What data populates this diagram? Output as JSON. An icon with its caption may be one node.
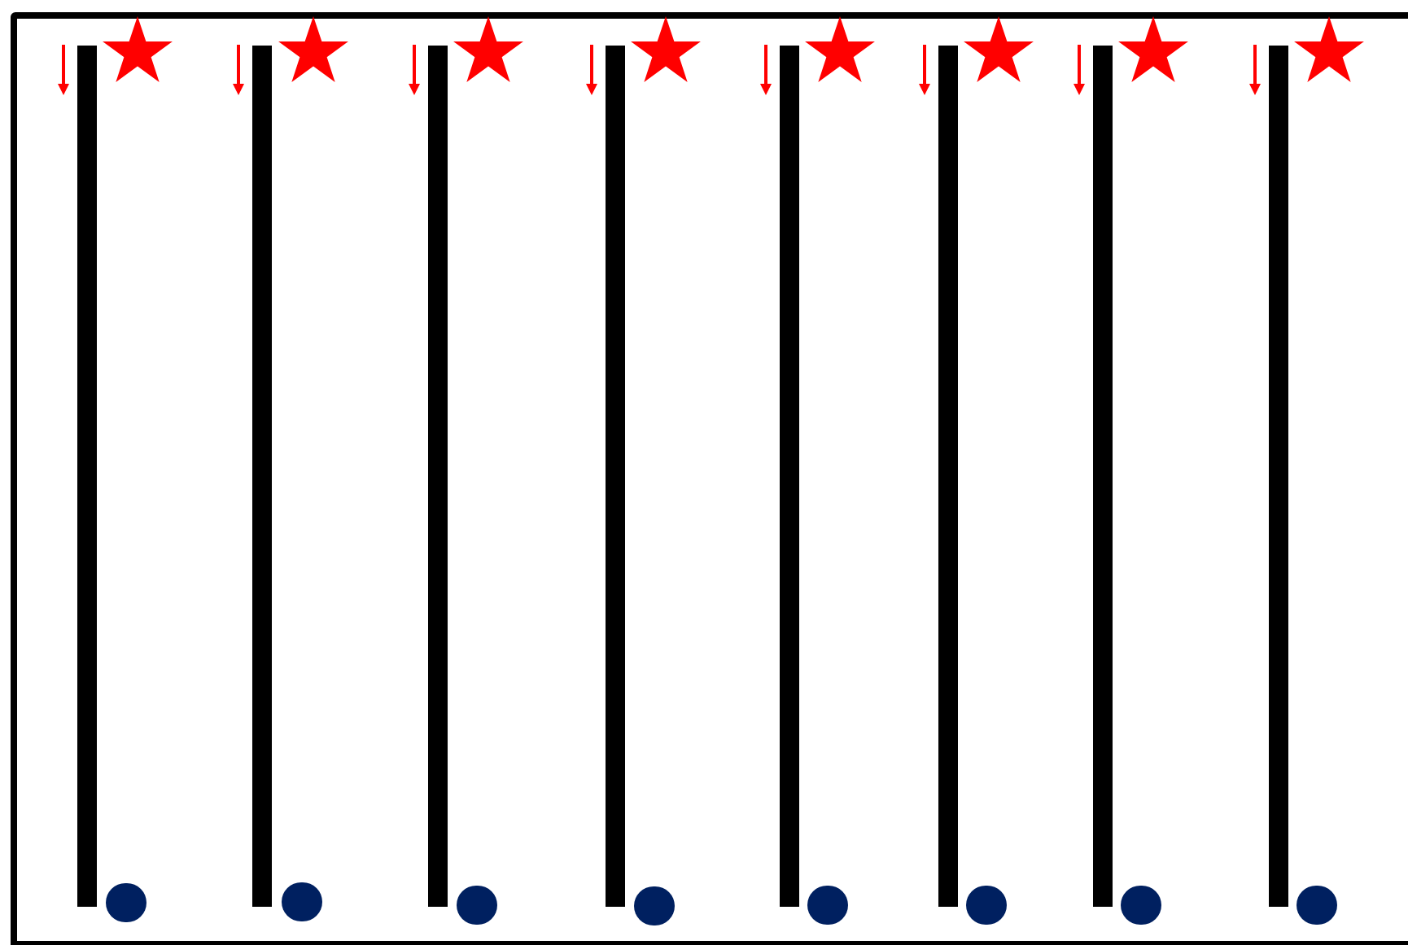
{
  "diagram": {
    "nodes": [
      {
        "text": [],
        "shape": "box"
      },
      {
        "text": [],
        "shape": "bar",
        "in": 0
      },
      {
        "text": [],
        "shape": "star",
        "in": 0
      },
      {
        "text": [],
        "shape": "circle",
        "in": 0
      },
      {
        "text": [],
        "shape": "bar",
        "in": 0
      },
      {
        "text": [],
        "shape": "star",
        "in": 0
      },
      {
        "text": [],
        "shape": "circle",
        "in": 0
      },
      {
        "text": [],
        "shape": "bar",
        "in": 0
      },
      {
        "text": [],
        "shape": "star",
        "in": 0
      },
      {
        "text": [],
        "shape": "circle",
        "in": 0
      },
      {
        "text": [],
        "shape": "bar",
        "in": 0
      },
      {
        "text": [],
        "shape": "star",
        "in": 0
      },
      {
        "text": [],
        "shape": "circle",
        "in": 0
      },
      {
        "text": [],
        "shape": "bar",
        "in": 0
      },
      {
        "text": [],
        "shape": "star",
        "in": 0
      },
      {
        "text": [],
        "shape": "circle",
        "in": 0
      },
      {
        "text": [],
        "shape": "bar",
        "in": 0
      },
      {
        "text": [],
        "shape": "star",
        "in": 0
      },
      {
        "text": [],
        "shape": "circle",
        "in": 0
      },
      {
        "text": [],
        "shape": "bar",
        "in": 0
      },
      {
        "text": [],
        "shape": "star",
        "in": 0
      },
      {
        "text": [],
        "shape": "circle",
        "in": 0
      },
      {
        "text": [],
        "shape": "bar",
        "in": 0
      },
      {
        "text": [],
        "shape": "star",
        "in": 0
      },
      {
        "text": [],
        "shape": "circle",
        "in": 0
      }
    ]
  }
}
